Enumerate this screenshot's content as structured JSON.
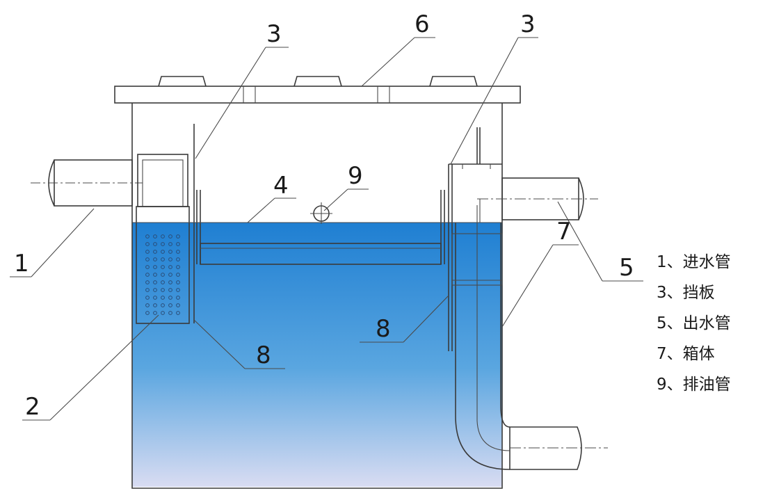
{
  "callouts": {
    "c1": "1",
    "c2": "2",
    "c3a": "3",
    "c3b": "3",
    "c4": "4",
    "c5": "5",
    "c6": "6",
    "c7": "7",
    "c8a": "8",
    "c8b": "8",
    "c9": "9"
  },
  "legend": {
    "items": [
      "1、进水管",
      "3、挡板",
      "5、出水管",
      "7、箱体",
      "9、排油管"
    ]
  },
  "colors": {
    "water_top": "#1f7fd2",
    "water_bottom": "#d9dcf2",
    "line": "#3a3a3a"
  }
}
